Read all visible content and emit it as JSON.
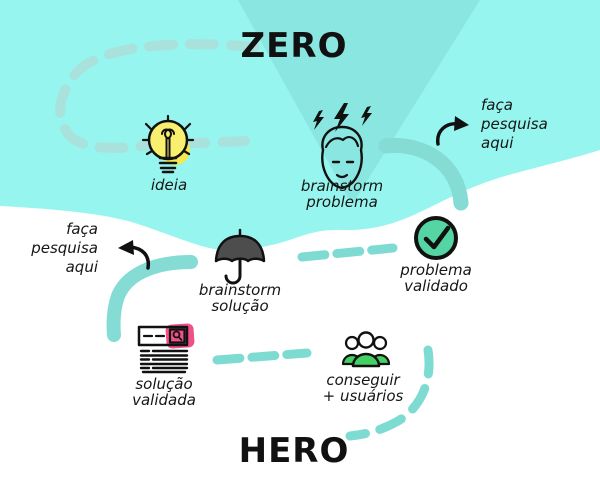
{
  "titles": {
    "top": "ZERO",
    "bottom": "HERO"
  },
  "labels": {
    "idea": "ideia",
    "brainstorm_problem": {
      "line1": "brainstorm",
      "line2": "problema"
    },
    "research_top_right": {
      "line1": "faça",
      "line2": "pesquisa",
      "line3": "aqui"
    },
    "problem_validated": {
      "line1": "problema",
      "line2": "validado"
    },
    "brainstorm_solution": {
      "line1": "brainstorm",
      "line2": "solução"
    },
    "research_left": {
      "line1": "faça",
      "line2": "pesquisa",
      "line3": "aqui"
    },
    "solution_validated": {
      "line1": "solução",
      "line2": "validada"
    },
    "get_more_users": {
      "line1": "conseguir",
      "line2": "+ usuários"
    }
  },
  "icons": {
    "idea": "lightbulb-icon",
    "brainstorm_problem": "head-lightning-icon",
    "problem_validated": "check-circle-icon",
    "brainstorm_solution": "umbrella-icon",
    "solution_validated": "search-results-icon",
    "get_more_users": "users-group-icon",
    "research_top_right": "curved-arrow-up-right-icon",
    "research_left": "curved-arrow-up-left-icon"
  },
  "colors": {
    "bg": "#ffffff",
    "cyan_blob": "#96f5ee",
    "funnel": "#8ae6e0",
    "loop_dash": "#a9e2dd",
    "teal_stroke": "#85dcd4",
    "teal_dash": "#7edbd2",
    "ink": "#111111",
    "bulb_yellow": "#f9ef6e",
    "bulb_glow": "#f6e94f",
    "check_green": "#55d4a4",
    "users_green": "#43d163",
    "umbrella_gray": "#4d4d4d",
    "pink_highlight": "#f0508a"
  }
}
